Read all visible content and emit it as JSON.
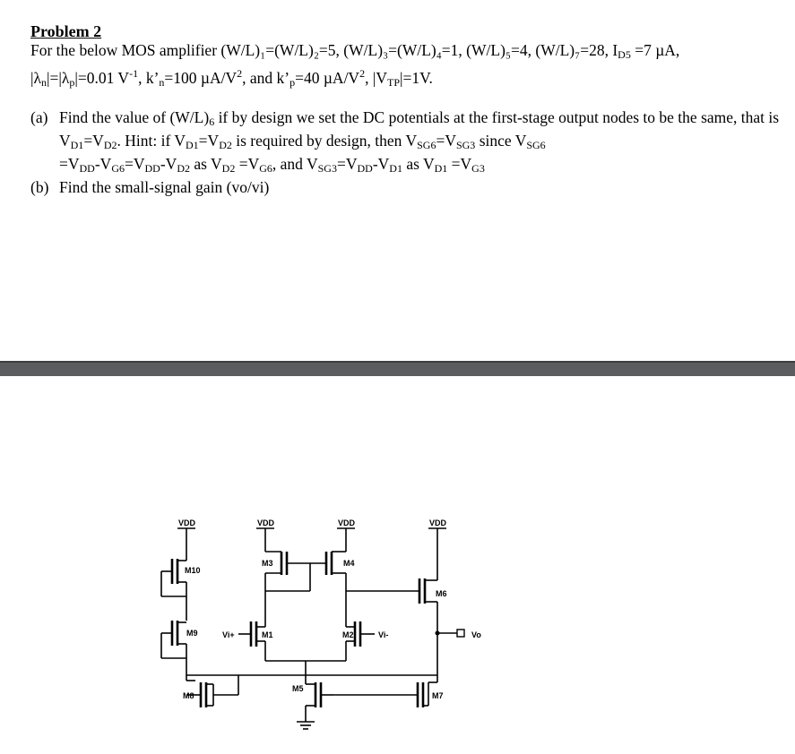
{
  "problem": {
    "title": "Problem 2",
    "intro_line1": "For the below MOS amplifier (W/L)₁=(W/L)₂=5, (W/L)₃=(W/L)₄=1, (W/L)₅=4, (W/L)₇=28, I",
    "ids_sub": "D5",
    "ids_val": " =7 µA,",
    "l2_a": "|λ",
    "l2_n": "n",
    "l2_b": "|=|λ",
    "l2_p": "p",
    "l2_c": "|=0.01 V",
    "l2_exp": "-1",
    "l2_d": ", k’",
    "l2_kn": "n",
    "l2_e": "=100 µA/V",
    "l2_sq1": "2",
    "l2_f": ", and k’",
    "l2_kp": "p",
    "l2_g": "=40 µA/V",
    "l2_sq2": "2",
    "l2_h": ", |V",
    "l2_tp": "TP",
    "l2_i": "|=1V."
  },
  "part_a": {
    "label": "(a)",
    "t1": "Find the value of (W/L)",
    "s1": "6",
    "t2": " if by design we set the DC potentials at the first-stage output nodes to be the same, that is V",
    "s2": "D1",
    "t3": "=V",
    "s3": "D2",
    "t4": ". Hint: if V",
    "s4": "D1",
    "t5": "=V",
    "s5": "D2",
    "t6": " is required by design, then V",
    "s6": "SG6",
    "t7": "=V",
    "s7": "SG3",
    "t8": " since V",
    "s8": "SG6",
    "t9": " =V",
    "s9": "DD",
    "t10": "-V",
    "s10": "G6",
    "t11": "=V",
    "s11": "DD",
    "t12": "-V",
    "s12": "D2",
    "t13": " as V",
    "s13": "D2",
    "t14": " =V",
    "s14": "G6",
    "t15": ", and V",
    "s15": "SG3",
    "t16": "=V",
    "s16": "DD",
    "t17": "-V",
    "s17": "D1",
    "t18": " as V",
    "s18": "D1",
    "t19": " =V",
    "s19": "G3"
  },
  "part_b": {
    "label": "(b)",
    "text": "Find the small-signal gain (vo/vi)"
  },
  "circuit": {
    "vdd": "VDD",
    "m1": "M1",
    "m2": "M2",
    "m3": "M3",
    "m4": "M4",
    "m5": "M5",
    "m6": "M6",
    "m7": "M7",
    "m8": "M8",
    "m9": "M9",
    "m10": "M10",
    "vi_plus": "Vi+",
    "vi_minus": "Vi-",
    "vo": "Vo"
  }
}
